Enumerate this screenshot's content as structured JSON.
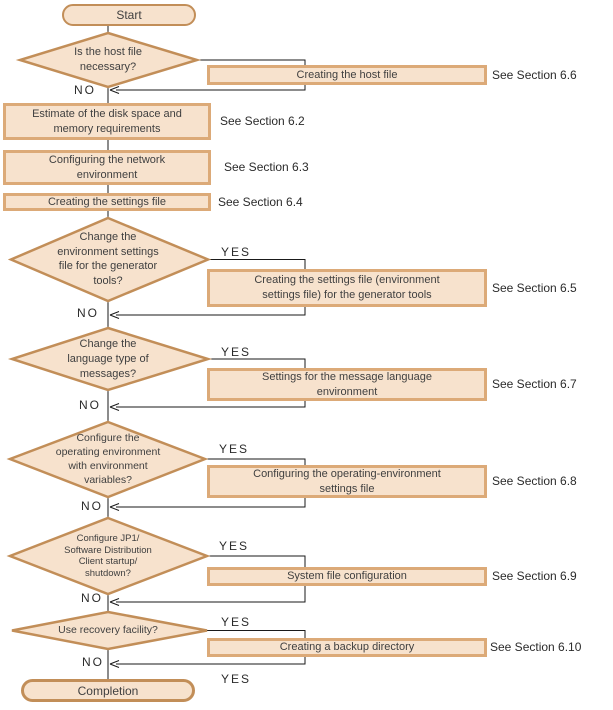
{
  "terminals": {
    "start": "Start",
    "completion": "Completion"
  },
  "labels": {
    "yes": "YES",
    "no": "NO"
  },
  "decisions": {
    "host": "Is the host file\nnecessary?",
    "generator": "Change the\nenvironment settings\nfile for the generator\ntools?",
    "language": "Change the\nlanguage type of\nmessages?",
    "operating": "Configure the\noperating environment\nwith environment\nvariables?",
    "startup": "Configure JP1/\nSoftware Distribution\nClient startup/\nshutdown?",
    "recovery": "Use recovery facility?"
  },
  "processes": {
    "host_file": {
      "label": "Creating the host file",
      "section": "See Section 6.6"
    },
    "disk_memory": {
      "label": "Estimate of the disk space and\nmemory requirements",
      "section": "See Section 6.2"
    },
    "network": {
      "label": "Configuring the network\nenvironment",
      "section": "See Section 6.3"
    },
    "settings_file": {
      "label": "Creating the settings file",
      "section": "See Section 6.4"
    },
    "generator_settings": {
      "label": "Creating the settings file (environment\nsettings file) for the generator tools",
      "section": "See Section 6.5"
    },
    "message_language": {
      "label": "Settings for the message language\nenvironment",
      "section": "See Section 6.7"
    },
    "operating_env": {
      "label": "Configuring the operating-environment\nsettings file",
      "section": "See Section 6.8"
    },
    "system_file": {
      "label": "System file configuration",
      "section": "See Section 6.9"
    },
    "backup_dir": {
      "label": "Creating a backup directory",
      "section": "See Section 6.10"
    }
  },
  "colors": {
    "fill": "#F7E2CD",
    "shape_border": "#C28E58",
    "process_border": "#DCAA78",
    "line": "#1A1A1A",
    "text": "#404040",
    "label": "#2B2B2B"
  }
}
